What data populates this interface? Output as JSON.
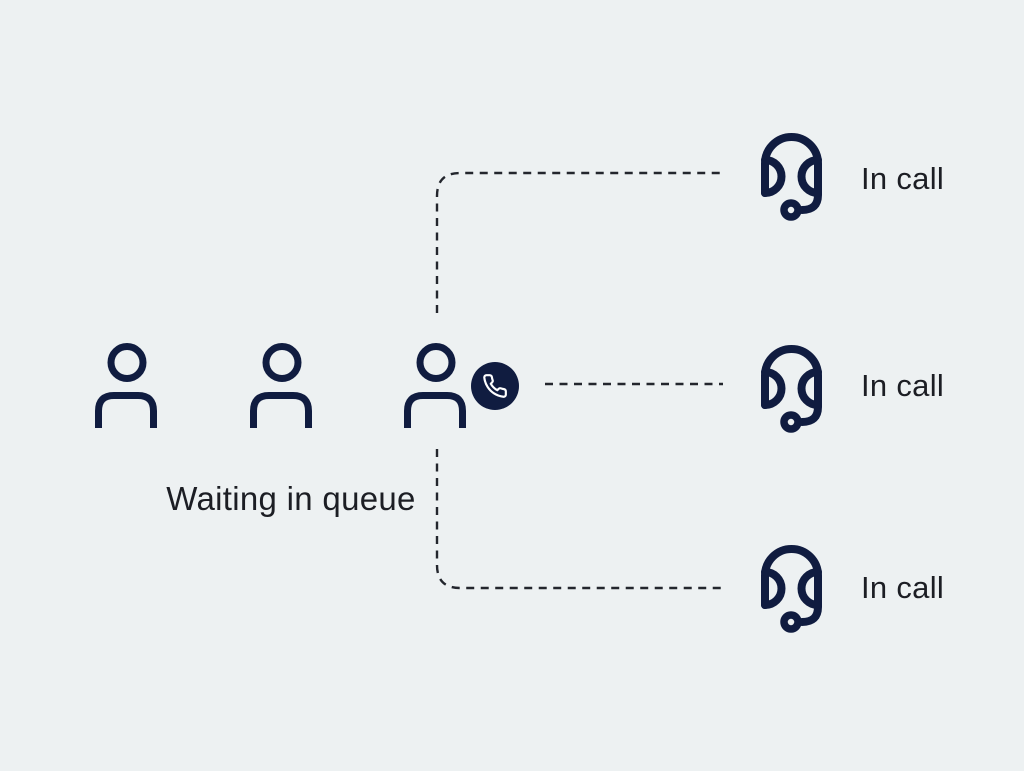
{
  "colors": {
    "bg": "#edf1f2",
    "icon": "#101c40",
    "text": "#1c1e24",
    "line": "#23262d",
    "badgeBg": "#101c40",
    "badgeFg": "#ffffff"
  },
  "queue": {
    "label": "Waiting in queue",
    "people": [
      {
        "icon": "person-icon"
      },
      {
        "icon": "person-icon"
      },
      {
        "icon": "person-icon"
      }
    ],
    "badge_icon": "phone-icon"
  },
  "agents": [
    {
      "icon": "headset-icon",
      "label": "In call"
    },
    {
      "icon": "headset-icon",
      "label": "In call"
    },
    {
      "icon": "headset-icon",
      "label": "In call"
    }
  ],
  "connectors": {
    "count": 3,
    "style": "dashed"
  }
}
